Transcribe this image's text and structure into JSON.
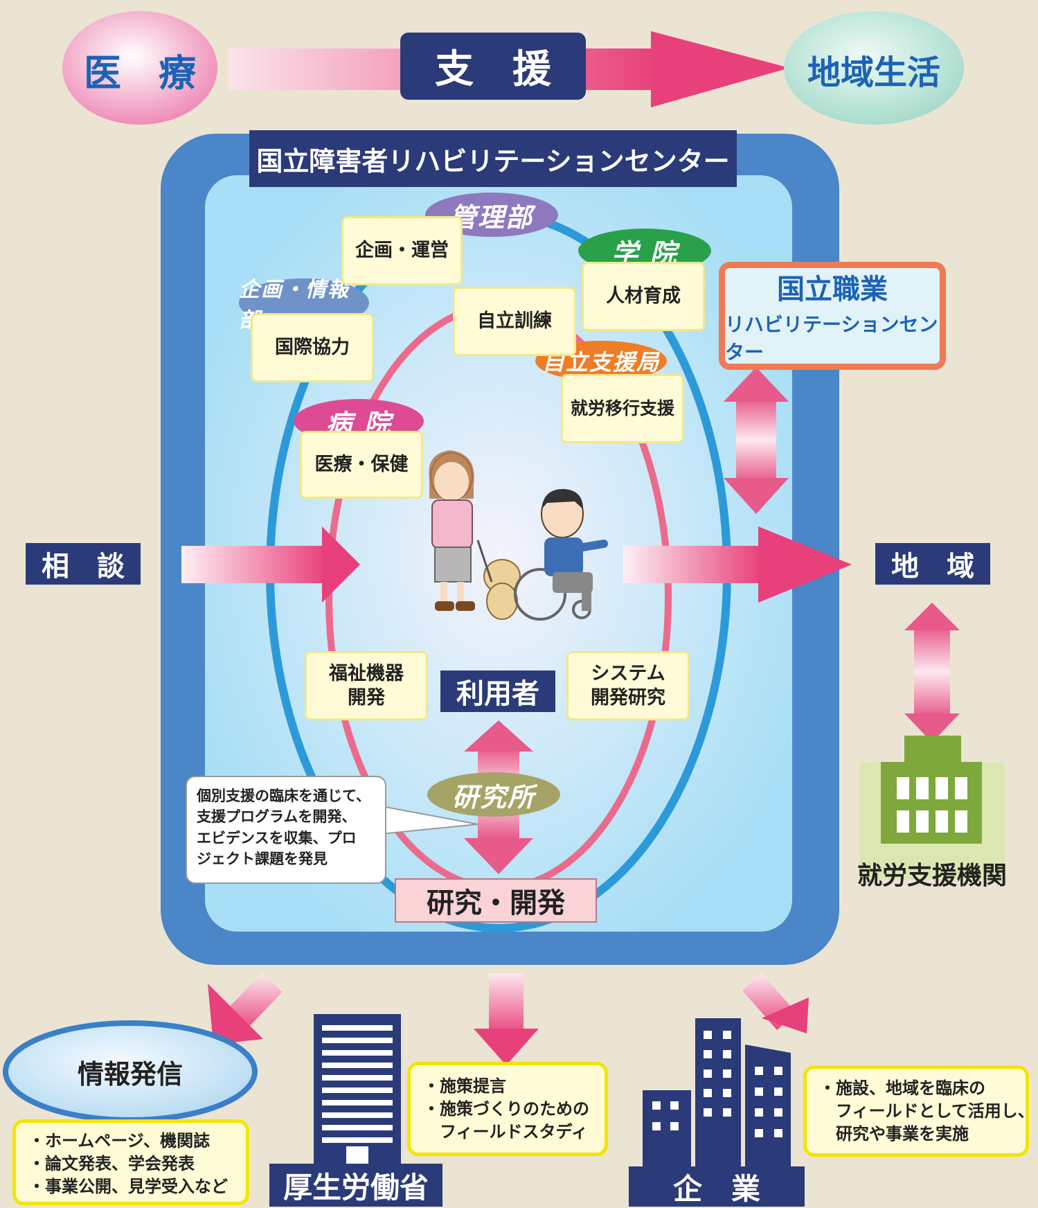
{
  "top": {
    "left": "医　療",
    "middle": "支　援",
    "right": "地域生活"
  },
  "center": {
    "title": "国立障害者リハビリテーションセンター",
    "user": "利用者",
    "research_dev": "研究・開発",
    "callout": "個別支援の臨床を通じて、\n支援プログラムを開発、\nエビデンスを収集、プロ\nジェクト課題を発見"
  },
  "tags": {
    "kanri": "管理部",
    "gakuin": "学 院",
    "kikaku_joho": "企画・情報部",
    "jiritsu_shien": "自立支援局",
    "byoin": "病 院",
    "kenkyujo": "研究所"
  },
  "boxes": {
    "kikaku_unei": "企画・運営",
    "jinzai": "人材育成",
    "kokusai": "国際協力",
    "jiritsu_kunren": "自立訓練",
    "shuro_ikou": "就労移行支援",
    "iryo_hoken": "医療・保健",
    "fukushi_kiki": "福祉機器\n開発",
    "system": "システム\n開発研究"
  },
  "voc_center": {
    "line1": "国立職業",
    "line2": "リハビリテーションセンター"
  },
  "side": {
    "soudan": "相　談",
    "chiiki": "地　域",
    "shuro_kikan": "就労支援機関"
  },
  "bottom": {
    "joho_hasshin": "情報発信",
    "joho_items": [
      "・ホームページ、機関誌",
      "・論文発表、学会発表",
      "・事業公開、見学受入など"
    ],
    "ministry": "厚生労働省",
    "ministry_items": [
      "・施策提言",
      "・施策づくりのための",
      "　フィールドスタディ"
    ],
    "company": "企　業",
    "company_items": [
      "・施設、地域を臨床の",
      "　フィールドとして活用し、",
      "　研究や事業を実施"
    ]
  },
  "colors": {
    "navy": "#2b3a78",
    "outer_blue": "#4a86c8",
    "pink": "#e8407a",
    "yellow_box": "#fffbd6",
    "green": "#7ea83c"
  }
}
